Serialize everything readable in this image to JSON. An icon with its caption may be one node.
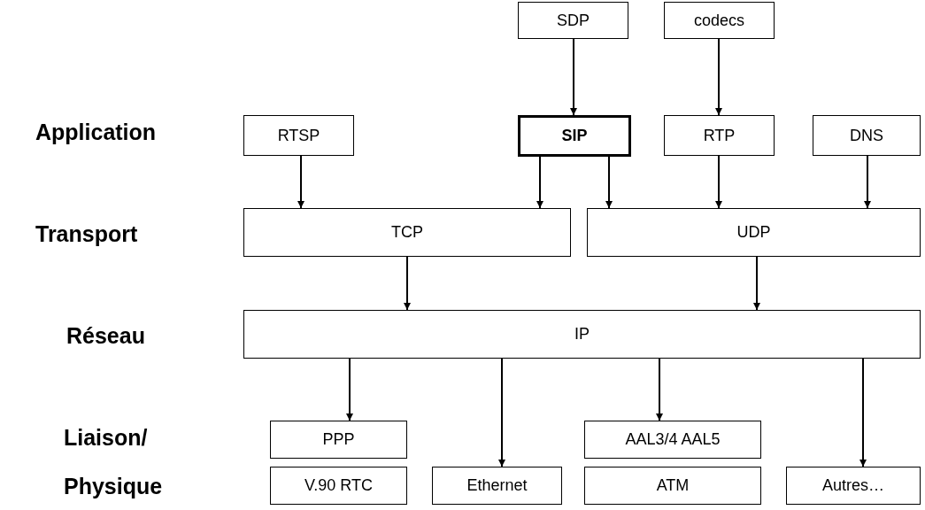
{
  "diagram": {
    "nodes": [
      {
        "text": [
          "SDP"
        ]
      },
      {
        "text": [
          "codecs"
        ]
      },
      {
        "text": [
          "RTSP"
        ]
      },
      {
        "text": [
          "SIP"
        ]
      },
      {
        "text": [
          "RTP"
        ]
      },
      {
        "text": [
          "DNS"
        ]
      },
      {
        "text": [
          "TCP"
        ]
      },
      {
        "text": [
          "UDP"
        ]
      },
      {
        "text": [
          "IP"
        ]
      },
      {
        "text": [
          "PPP"
        ]
      },
      {
        "text": [
          "AAL3/4 AAL5"
        ]
      },
      {
        "text": [
          "V.90 RTC"
        ]
      },
      {
        "text": [
          "Ethernet"
        ]
      },
      {
        "text": [
          "ATM"
        ]
      },
      {
        "text": [
          "Autres…"
        ]
      }
    ],
    "edges": [
      {
        "from": 0,
        "to": 3,
        "arrow": "to"
      },
      {
        "from": 1,
        "to": 4,
        "arrow": "to"
      },
      {
        "from": 2,
        "to": 6,
        "arrow": "to"
      },
      {
        "from": 3,
        "to": 6,
        "arrow": "to"
      },
      {
        "from": 3,
        "to": 7,
        "arrow": "to"
      },
      {
        "from": 4,
        "to": 7,
        "arrow": "to"
      },
      {
        "from": 5,
        "to": 7,
        "arrow": "to"
      },
      {
        "from": 6,
        "to": 8,
        "arrow": "to"
      },
      {
        "from": 7,
        "to": 8,
        "arrow": "to"
      },
      {
        "from": 8,
        "to": 9,
        "arrow": "to"
      },
      {
        "from": 8,
        "to": 12,
        "arrow": "to"
      },
      {
        "from": 8,
        "to": 10,
        "arrow": "to"
      },
      {
        "from": 8,
        "to": 14,
        "arrow": "to"
      }
    ],
    "labels": [
      "Application",
      "Transport",
      "Réseau",
      "Liaison/ Physique"
    ]
  }
}
